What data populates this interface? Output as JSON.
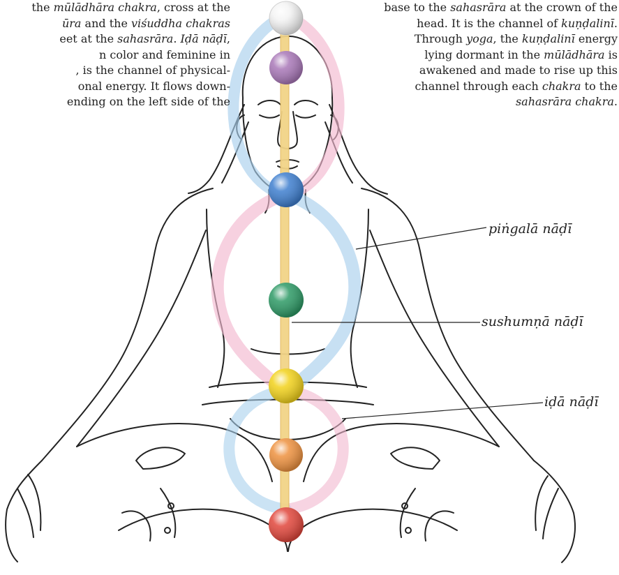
{
  "left_text": [
    [
      {
        "t": "the "
      },
      {
        "t": "mūlādhāra chakra",
        "i": true
      },
      {
        "t": ", cross at the"
      }
    ],
    [
      {
        "t": "ūra",
        "i": true
      },
      {
        "t": " and the "
      },
      {
        "t": "viśuddha chakras",
        "i": true
      }
    ],
    [
      {
        "t": "eet at the "
      },
      {
        "t": "sahasrāra",
        "i": true
      },
      {
        "t": ". "
      },
      {
        "t": "Iḍā nāḍī",
        "i": true
      },
      {
        "t": ","
      }
    ],
    [
      {
        "t": "n color and feminine in"
      }
    ],
    [
      {
        "t": ", is the channel of physical-"
      }
    ],
    [
      {
        "t": "onal energy. It flows down-"
      }
    ],
    [
      {
        "t": "ending on the left side of the"
      }
    ]
  ],
  "right_text": [
    [
      {
        "t": "base to the "
      },
      {
        "t": "sahasrāra",
        "i": true
      },
      {
        "t": " at the crown of the"
      }
    ],
    [
      {
        "t": "head. It is the channel of "
      },
      {
        "t": "kuṇḍalinī",
        "i": true
      },
      {
        "t": "."
      }
    ],
    [
      {
        "t": "Through "
      },
      {
        "t": "yoga",
        "i": true
      },
      {
        "t": ", the "
      },
      {
        "t": "kuṇḍalinī",
        "i": true
      },
      {
        "t": " energy"
      }
    ],
    [
      {
        "t": "lying dormant in the "
      },
      {
        "t": "mūlādhāra",
        "i": true
      },
      {
        "t": " is"
      }
    ],
    [
      {
        "t": "awakened and made to rise up this"
      }
    ],
    [
      {
        "t": "channel through each "
      },
      {
        "t": "chakra",
        "i": true
      },
      {
        "t": " to the"
      }
    ],
    [
      {
        "t": "sahasrāra chakra",
        "i": true
      },
      {
        "t": "."
      }
    ]
  ],
  "labels": {
    "pingala": "piṅgalā nāḍī",
    "sushumna": "sushumṇā nāḍī",
    "ida": "iḍā nāḍī"
  },
  "chakras": [
    {
      "color": "#f4f4f4"
    },
    {
      "color": "#a978b8"
    },
    {
      "color": "#3f7fcf"
    },
    {
      "color": "#2e9a66"
    },
    {
      "color": "#f2d21c"
    },
    {
      "color": "#ee9240"
    },
    {
      "color": "#e1473c"
    }
  ],
  "colors": {
    "ida_channel": "#a9d0ec",
    "pingala_channel": "#f2b8cf",
    "sushumna_channel": "#f2d487",
    "line_art": "#222222"
  }
}
